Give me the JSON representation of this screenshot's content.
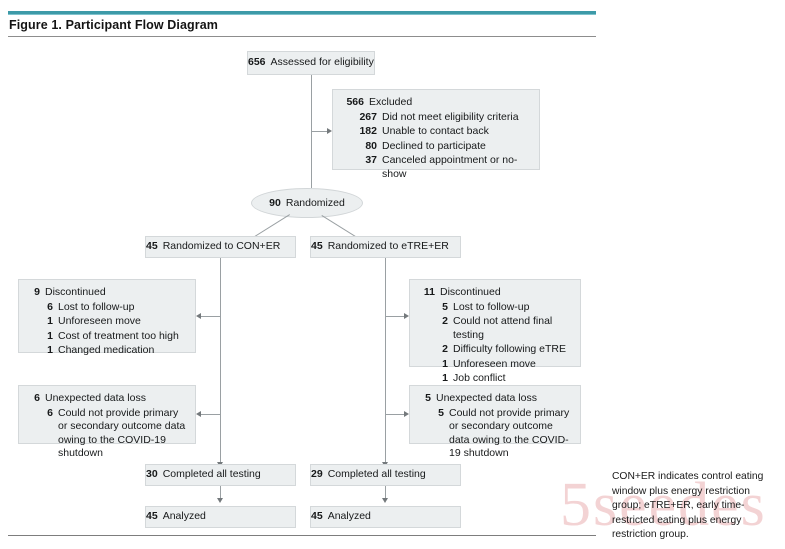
{
  "figure": {
    "title": "Figure 1. Participant Flow Diagram",
    "accent_color": "#3d9aa8",
    "box_fill": "#eceff0",
    "connector_color": "#9aa0a3"
  },
  "watermark": {
    "text": "5seedes s"
  },
  "nodes": {
    "assessed": {
      "num": "656",
      "label": "Assessed for eligibility"
    },
    "excluded": {
      "num": "566",
      "label": "Excluded",
      "items": [
        {
          "num": "267",
          "label": "Did not meet eligibility criteria"
        },
        {
          "num": "182",
          "label": "Unable to contact back"
        },
        {
          "num": "80",
          "label": "Declined to participate"
        },
        {
          "num": "37",
          "label": "Canceled appointment or no-show"
        }
      ]
    },
    "randomized": {
      "num": "90",
      "label": "Randomized"
    },
    "arm_left": {
      "num": "45",
      "label": "Randomized to CON+ER"
    },
    "arm_right": {
      "num": "45",
      "label": "Randomized to eTRE+ER"
    },
    "discontinued_left": {
      "num": "9",
      "label": "Discontinued",
      "items": [
        {
          "num": "6",
          "label": "Lost to follow-up"
        },
        {
          "num": "1",
          "label": "Unforeseen move"
        },
        {
          "num": "1",
          "label": "Cost of treatment too high"
        },
        {
          "num": "1",
          "label": "Changed medication"
        }
      ]
    },
    "discontinued_right": {
      "num": "11",
      "label": "Discontinued",
      "items": [
        {
          "num": "5",
          "label": "Lost to follow-up"
        },
        {
          "num": "2",
          "label": "Could not attend final testing"
        },
        {
          "num": "2",
          "label": "Difficulty following eTRE"
        },
        {
          "num": "1",
          "label": "Unforeseen move"
        },
        {
          "num": "1",
          "label": "Job conflict"
        }
      ]
    },
    "dataloss_left": {
      "num": "6",
      "label": "Unexpected data loss",
      "items": [
        {
          "num": "6",
          "label": "Could not provide primary or secondary outcome data owing to the COVID-19 shutdown"
        }
      ]
    },
    "dataloss_right": {
      "num": "5",
      "label": "Unexpected data loss",
      "items": [
        {
          "num": "5",
          "label": "Could not provide primary or secondary outcome data owing to the COVID-19 shutdown"
        }
      ]
    },
    "completed_left": {
      "num": "30",
      "label": "Completed all testing"
    },
    "completed_right": {
      "num": "29",
      "label": "Completed all testing"
    },
    "analyzed_left": {
      "num": "45",
      "label": "Analyzed"
    },
    "analyzed_right": {
      "num": "45",
      "label": "Analyzed"
    }
  },
  "caption": {
    "text": "CON+ER indicates control eating window plus energy restriction group; eTRE+ER, early time-restricted eating plus energy restriction group."
  }
}
